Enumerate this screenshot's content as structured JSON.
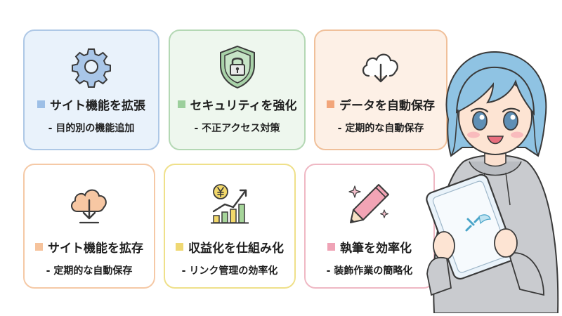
{
  "cards": [
    {
      "title": "サイト機能を拡張",
      "subtitle": "- 目的別の機能追加",
      "icon": "gear-icon",
      "bullet_color": "#9dbfe6"
    },
    {
      "title": "セキュリティを強化",
      "subtitle": "- 不正アクセス対策",
      "icon": "shield-lock-icon",
      "bullet_color": "#9ccf9c"
    },
    {
      "title": "データを自動保存",
      "subtitle": "- 定期的な自動保存",
      "icon": "cloud-download-icon",
      "bullet_color": "#f2a57a"
    },
    {
      "title": "サイト機能を拡存",
      "subtitle": "- 定期的な自動保存",
      "icon": "cloud-download-icon",
      "bullet_color": "#f6c39c"
    },
    {
      "title": "収益化を仕組み化",
      "subtitle": "- リンク管理の効率化",
      "icon": "yen-growth-chart-icon",
      "bullet_color": "#efd873"
    },
    {
      "title": "執筆を効率化",
      "subtitle": "- 装飾作業の簡略化",
      "icon": "pencil-sparkle-icon",
      "bullet_color": "#efa3b6"
    }
  ],
  "illustration": {
    "icon": "girl-with-tablet-illustration"
  },
  "colors": {
    "text": "#1e1e1e"
  }
}
